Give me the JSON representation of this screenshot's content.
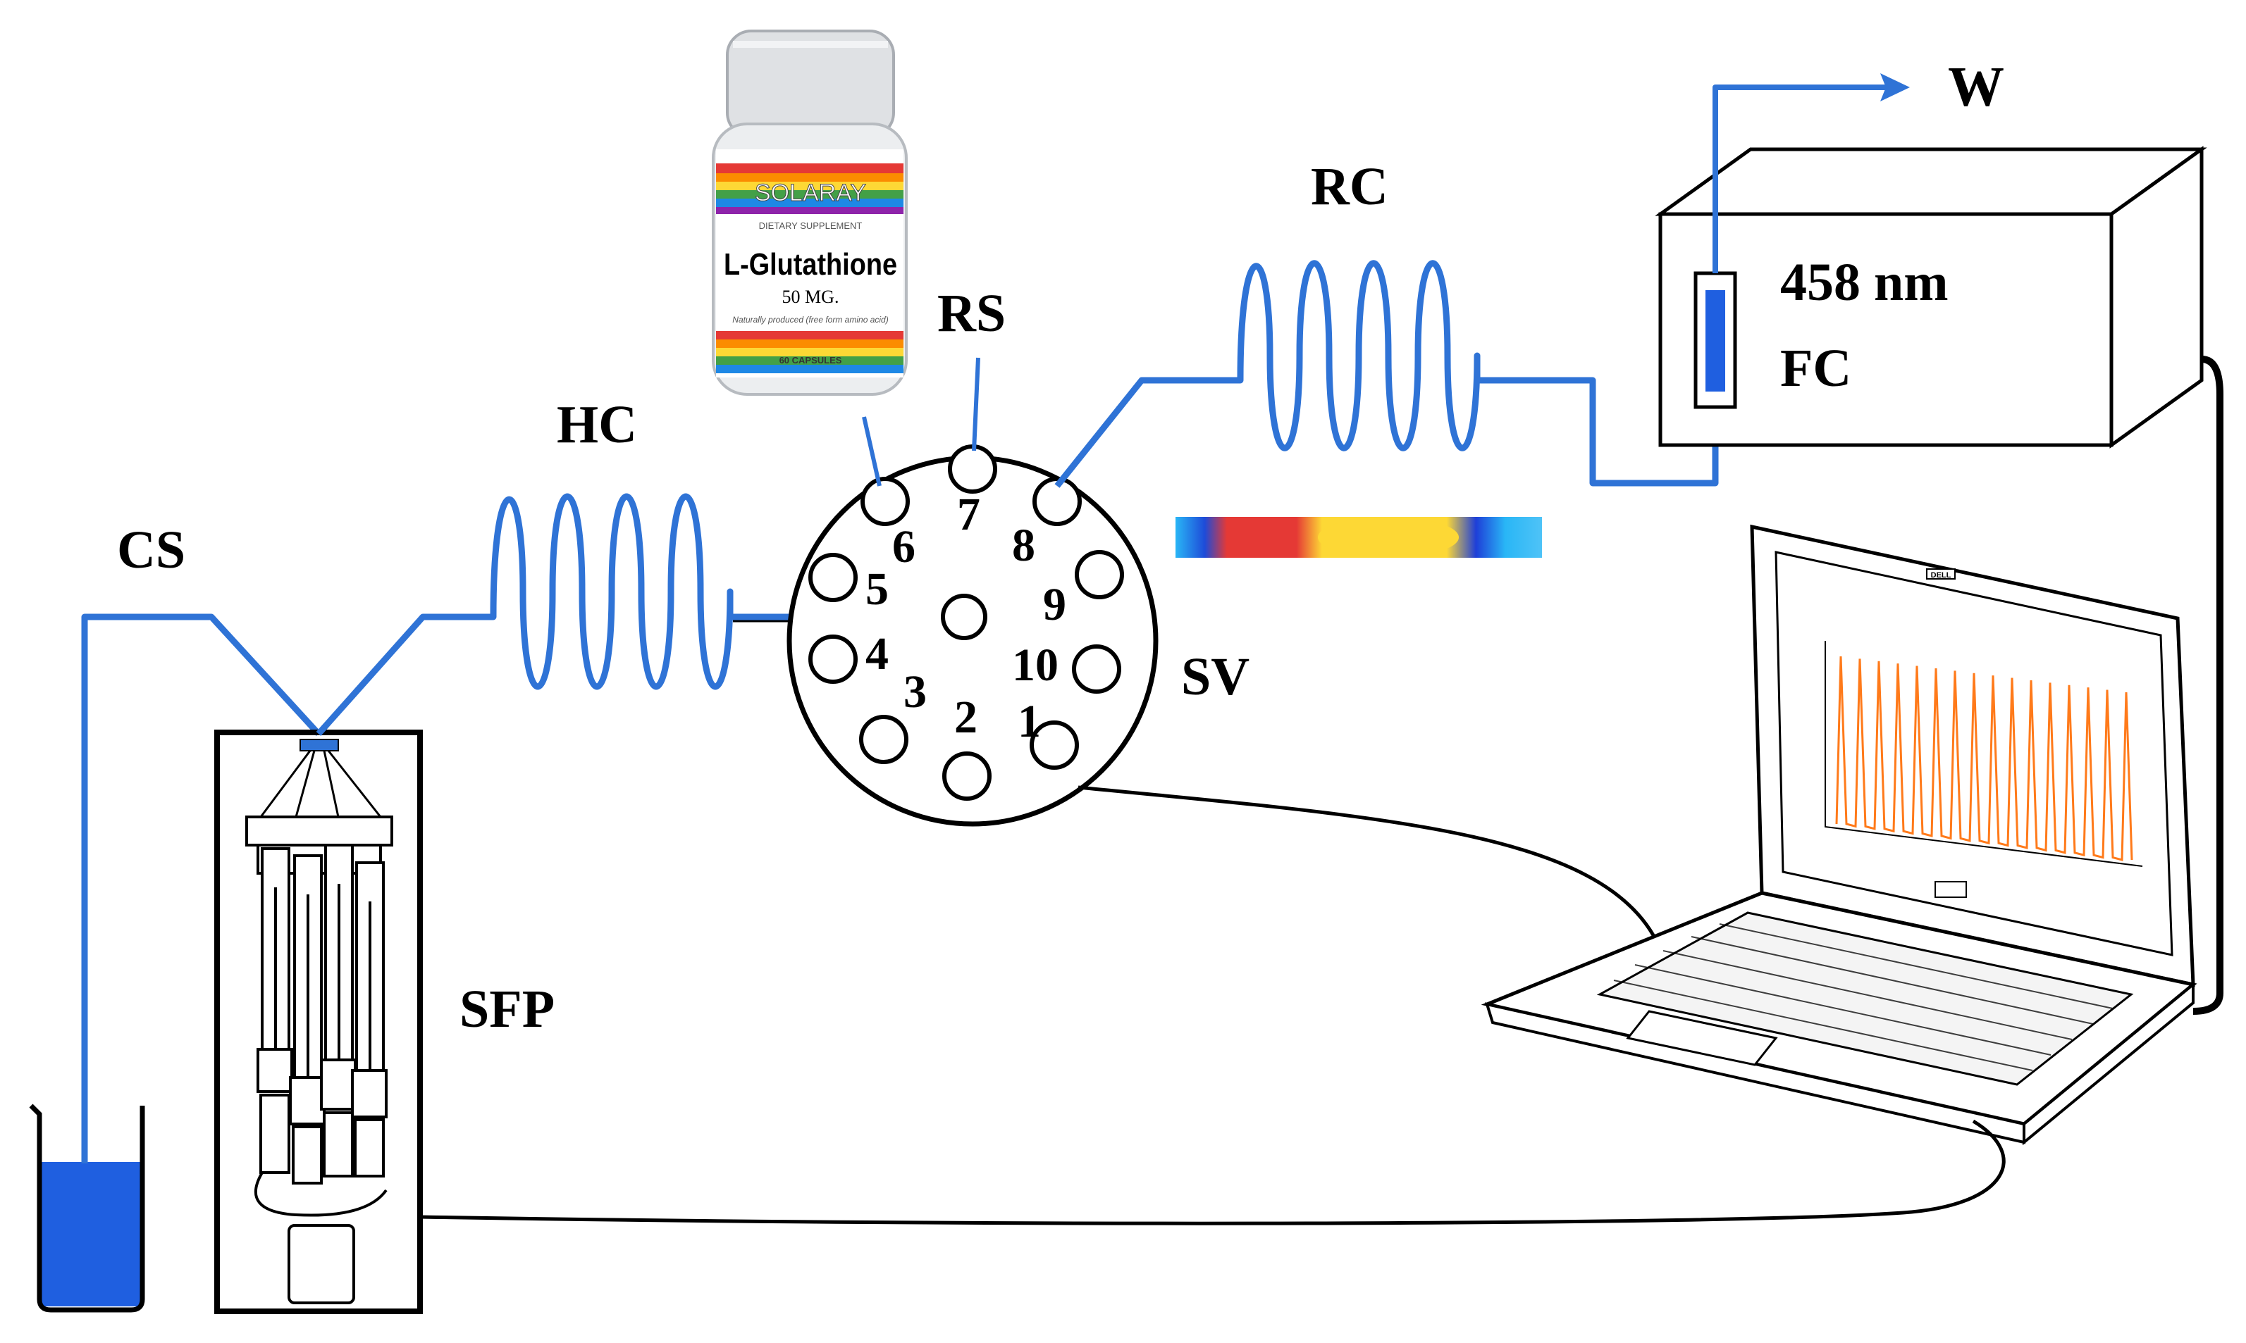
{
  "labels": {
    "cs": "CS",
    "sfp": "SFP",
    "hc": "HC",
    "rs": "RS",
    "rc": "RC",
    "sv": "SV",
    "w": "W",
    "fc": "FC",
    "wavelength": "458 nm"
  },
  "valve_ports": [
    "1",
    "2",
    "3",
    "4",
    "5",
    "6",
    "7",
    "8",
    "9",
    "10"
  ],
  "bottle": {
    "brand": "SOLARAY",
    "subtitle": "DIETARY SUPPLEMENT",
    "product": "L-Glutathione",
    "dose": "50 MG.",
    "note": "Naturally produced (free form amino acid)",
    "count": "60 CAPSULES"
  },
  "laptop": {
    "brand": "DELL"
  },
  "colors": {
    "tubing": "#2f73d6",
    "beaker_liquid": "#1f5fe0",
    "signal": "#ff7a1a"
  }
}
